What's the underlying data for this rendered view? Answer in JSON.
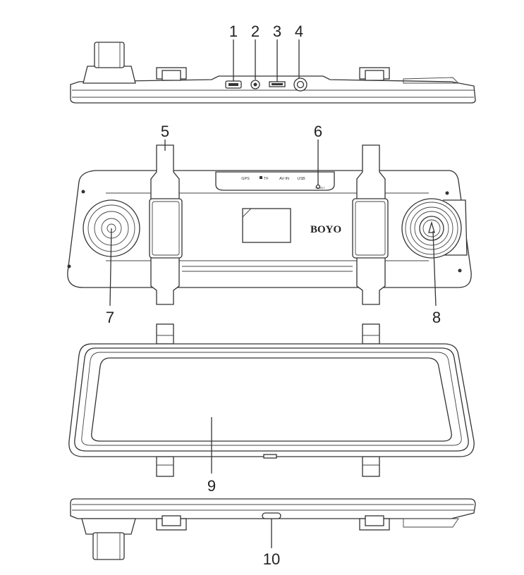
{
  "callouts": [
    "1",
    "2",
    "3",
    "4",
    "5",
    "6",
    "7",
    "8",
    "9",
    "10"
  ],
  "port_labels": {
    "gps": "GPS",
    "tf": "TF",
    "av_in": "AV-IN",
    "usb": "USB",
    "reset": "RESET"
  },
  "brand": "BOYO",
  "colors": {
    "line": "#333333",
    "background": "#ffffff"
  }
}
